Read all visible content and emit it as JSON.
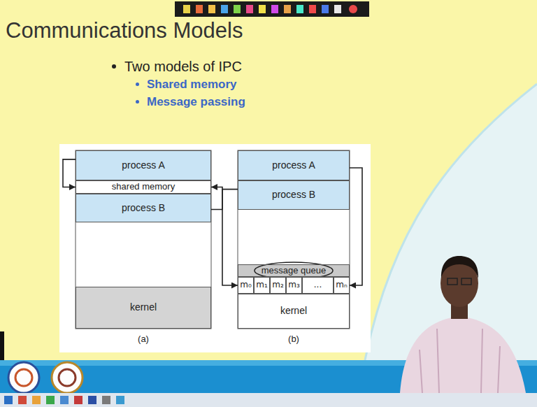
{
  "diagram": {
    "title": "Communications Models",
    "nodes": [
      {
        "text": [
          "process A"
        ]
      },
      {
        "text": [
          "shared memory"
        ]
      },
      {
        "text": [
          "process B"
        ]
      },
      {
        "text": [
          "kernel"
        ]
      },
      {
        "text": [
          "process A"
        ]
      },
      {
        "text": [
          "process B"
        ]
      },
      {
        "text": [
          "message queue"
        ]
      },
      {
        "text": [
          "m₀"
        ]
      },
      {
        "text": [
          "m₁"
        ]
      },
      {
        "text": [
          "m₂"
        ]
      },
      {
        "text": [
          "m₃"
        ]
      },
      {
        "text": [
          "..."
        ]
      },
      {
        "text": [
          "mₙ"
        ]
      },
      {
        "text": [
          "kernel"
        ]
      }
    ],
    "edges": [
      {
        "from": 0,
        "to": 1,
        "arrow": "to"
      },
      {
        "from": 2,
        "to": 1,
        "arrow": "to"
      },
      {
        "from": 4,
        "to": 12,
        "arrow": "to"
      },
      {
        "from": 5,
        "to": 7,
        "arrow": "to"
      }
    ],
    "labels": [
      "Two models of IPC",
      "Shared memory",
      "Message passing",
      "(a)",
      "(b)"
    ]
  }
}
